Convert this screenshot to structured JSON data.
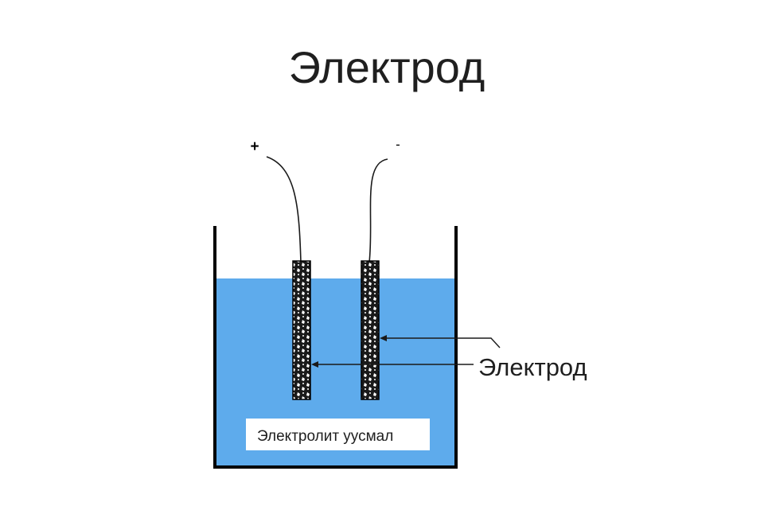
{
  "title": "Электрод",
  "diagram": {
    "terminal_positive": "+",
    "terminal_negative": "-",
    "electrode_label": "Электрод",
    "electrolyte_label": "Электролит уусмал"
  },
  "colors": {
    "electrolyte": "#5eabec",
    "container": "#000000",
    "electrode": "#1a1a1a",
    "text": "#1f1f1f"
  }
}
